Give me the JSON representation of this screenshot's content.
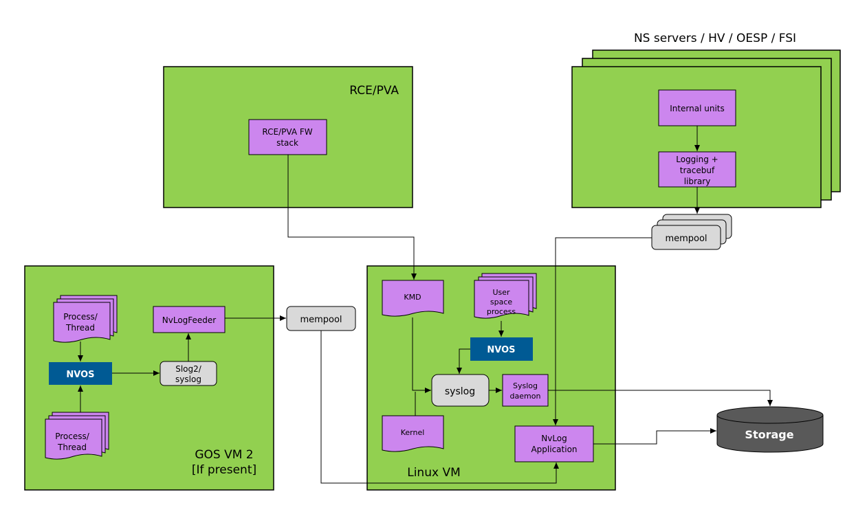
{
  "title": "NS servers / HV / OESP / FSI",
  "colors": {
    "container": "#92d050",
    "component": "#cc86ee",
    "nvos": "#005a94",
    "pill": "#d9d9d9",
    "storage": "#595959",
    "line": "#000000"
  },
  "rce": {
    "title": "RCE/PVA",
    "fw_line1": "RCE/PVA FW",
    "fw_line2": "stack"
  },
  "ns": {
    "internal": "Internal units",
    "lib_line1": "Logging +",
    "lib_line2": "tracebuf",
    "lib_line3": "library",
    "mempool": "mempool"
  },
  "gos": {
    "title_line1": "GOS VM 2",
    "title_line2": "[If present]",
    "process_top_line1": "Process/",
    "process_top_line2": "Thread",
    "process_bottom_line1": "Process/",
    "process_bottom_line2": "Thread",
    "nvos": "NVOS",
    "slog_line1": "Slog2/",
    "slog_line2": "syslog",
    "feeder": "NvLogFeeder"
  },
  "middle_mempool": "mempool",
  "linux": {
    "title": "Linux VM",
    "kmd": "KMD",
    "user_line1": "User",
    "user_line2": "space",
    "user_line3": "process",
    "nvos": "NVOS",
    "syslog": "syslog",
    "daemon_line1": "Syslog",
    "daemon_line2": "daemon",
    "kernel": "Kernel",
    "nvlog_line1": "NvLog",
    "nvlog_line2": "Application"
  },
  "storage": "Storage"
}
